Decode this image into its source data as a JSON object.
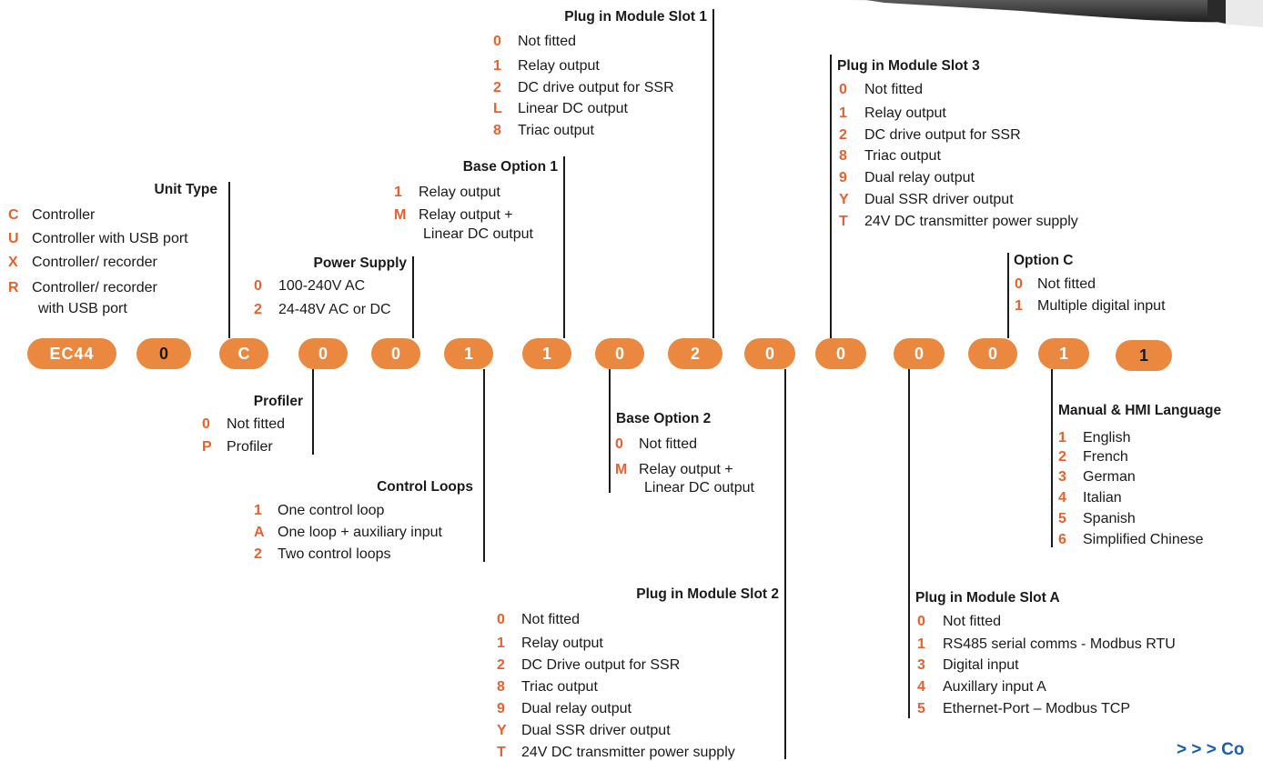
{
  "code_segments": [
    "EC44",
    "0",
    "C",
    "0",
    "0",
    "1",
    "1",
    "0",
    "2",
    "0",
    "0",
    "0",
    "0",
    "1",
    "1"
  ],
  "colors": {
    "accent": "#ea8840",
    "code": "#e8612c",
    "link": "#1d5fa8"
  },
  "corner_image": "controller-device-photo",
  "unit_type": {
    "title": "Unit Type",
    "options": [
      {
        "code": "C",
        "text": "Controller"
      },
      {
        "code": "U",
        "text": "Controller with USB port"
      },
      {
        "code": "X",
        "text": "Controller/ recorder"
      },
      {
        "code": "R",
        "text": "Controller/ recorder",
        "text2": "with USB port"
      }
    ]
  },
  "power_supply": {
    "title": "Power Supply",
    "options": [
      {
        "code": "0",
        "text": "100-240V AC"
      },
      {
        "code": "2",
        "text": "24-48V AC or DC"
      }
    ]
  },
  "base_option_1": {
    "title": "Base Option 1",
    "options": [
      {
        "code": "1",
        "text": "Relay output"
      },
      {
        "code": "M",
        "text": "Relay output +",
        "text2": "Linear DC output"
      }
    ]
  },
  "slot1": {
    "title": "Plug in Module Slot 1",
    "options": [
      {
        "code": "0",
        "text": "Not fitted"
      },
      {
        "code": "1",
        "text": "Relay output"
      },
      {
        "code": "2",
        "text": "DC drive output for SSR"
      },
      {
        "code": "L",
        "text": "Linear DC output"
      },
      {
        "code": "8",
        "text": "Triac output"
      }
    ]
  },
  "slot3": {
    "title": "Plug in Module Slot 3",
    "options": [
      {
        "code": "0",
        "text": "Not fitted"
      },
      {
        "code": "1",
        "text": "Relay output"
      },
      {
        "code": "2",
        "text": "DC drive output for SSR"
      },
      {
        "code": "8",
        "text": "Triac output"
      },
      {
        "code": "9",
        "text": "Dual relay output"
      },
      {
        "code": "Y",
        "text": "Dual SSR driver output"
      },
      {
        "code": "T",
        "text": "24V DC transmitter power supply"
      }
    ]
  },
  "option_c": {
    "title": "Option C",
    "options": [
      {
        "code": "0",
        "text": "Not fitted"
      },
      {
        "code": "1",
        "text": "Multiple digital input"
      }
    ]
  },
  "profiler": {
    "title": "Profiler",
    "options": [
      {
        "code": "0",
        "text": "Not fitted"
      },
      {
        "code": "P",
        "text": "Profiler"
      }
    ]
  },
  "control_loops": {
    "title": "Control Loops",
    "options": [
      {
        "code": "1",
        "text": "One control loop"
      },
      {
        "code": "A",
        "text": "One loop + auxiliary input"
      },
      {
        "code": "2",
        "text": "Two control loops"
      }
    ]
  },
  "base_option_2": {
    "title": "Base Option 2",
    "options": [
      {
        "code": "0",
        "text": "Not fitted"
      },
      {
        "code": "M",
        "text": "Relay output +",
        "text2": "Linear DC output"
      }
    ]
  },
  "slot2": {
    "title": "Plug in Module Slot 2",
    "options": [
      {
        "code": "0",
        "text": "Not fitted"
      },
      {
        "code": "1",
        "text": "Relay output"
      },
      {
        "code": "2",
        "text": "DC Drive output for SSR"
      },
      {
        "code": "8",
        "text": "Triac output"
      },
      {
        "code": "9",
        "text": "Dual relay output"
      },
      {
        "code": "Y",
        "text": "Dual SSR driver output"
      },
      {
        "code": "T",
        "text": "24V DC transmitter power supply"
      }
    ]
  },
  "slot_a": {
    "title": "Plug in Module Slot A",
    "options": [
      {
        "code": "0",
        "text": "Not fitted"
      },
      {
        "code": "1",
        "text": "RS485 serial comms - Modbus RTU"
      },
      {
        "code": "3",
        "text": "Digital input"
      },
      {
        "code": "4",
        "text": "Auxillary input A"
      },
      {
        "code": "5",
        "text": "Ethernet-Port – Modbus TCP"
      }
    ]
  },
  "language": {
    "title": "Manual & HMI Language",
    "options": [
      {
        "code": "1",
        "text": "English"
      },
      {
        "code": "2",
        "text": "French"
      },
      {
        "code": "3",
        "text": "German"
      },
      {
        "code": "4",
        "text": "Italian"
      },
      {
        "code": "5",
        "text": "Spanish"
      },
      {
        "code": "6",
        "text": "Simplified Chinese"
      }
    ]
  },
  "continue_link": "> > > Co"
}
